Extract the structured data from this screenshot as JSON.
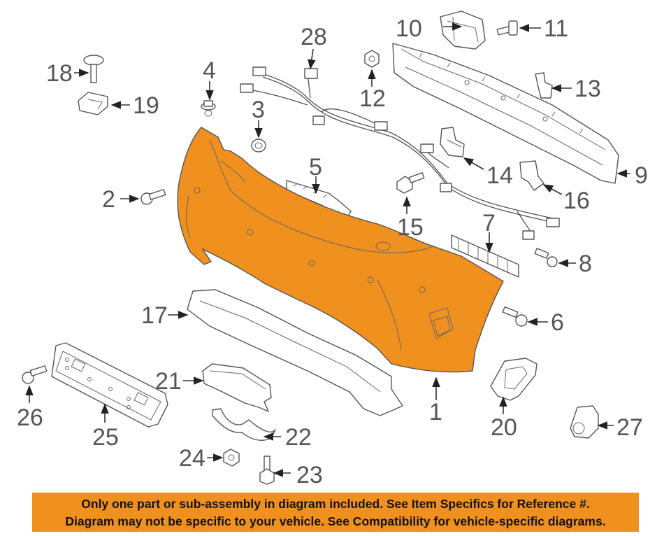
{
  "callouts": {
    "c1": "1",
    "c2": "2",
    "c3": "3",
    "c4": "4",
    "c5": "5",
    "c6": "6",
    "c7": "7",
    "c8": "8",
    "c9": "9",
    "c10": "10",
    "c11": "11",
    "c12": "12",
    "c13": "13",
    "c14": "14",
    "c15": "15",
    "c16": "16",
    "c17": "17",
    "c18": "18",
    "c19": "19",
    "c20": "20",
    "c21": "21",
    "c22": "22",
    "c23": "23",
    "c24": "24",
    "c25": "25",
    "c26": "26",
    "c27": "27",
    "c28": "28"
  },
  "highlight_color": "#f0901e",
  "notice": {
    "line1": "Only one part or sub-assembly in diagram included. See Item Specifics for Reference #.",
    "line2": "Diagram may not be specific to your vehicle. See Compatibility for vehicle-specific diagrams."
  }
}
